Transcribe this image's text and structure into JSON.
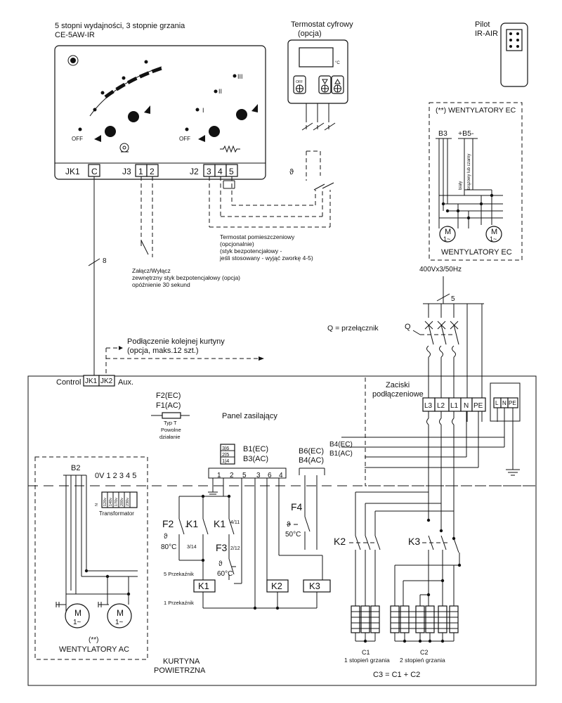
{
  "controller": {
    "title": "5 stopni wydajności, 3 stopnie grzania",
    "model": "CE-5AW-IR",
    "fan_off": "OFF",
    "heat_off": "OFF",
    "heat_levels": [
      "I",
      "II",
      "III"
    ],
    "term_jk1": "JK1",
    "term_c": "C",
    "term_j3": "J3",
    "term_1": "1",
    "term_2": "2",
    "term_j2": "J2",
    "term_3": "3",
    "term_4": "4",
    "term_5": "5"
  },
  "thermostat": {
    "title": "Termostat cyfrowy",
    "subtitle": "(opcja)",
    "unit": "°C",
    "off_label": "OFF"
  },
  "remote": {
    "title": "Pilot",
    "model": "IR-AIR"
  },
  "ec_fans": {
    "header": "(**) WENTYLATORY EC",
    "b3": "B3",
    "b5": "+B5-",
    "wire1": "biały",
    "wire2": "brązowy lub czarny",
    "motor": "M",
    "motor_phase": "1~",
    "footer": "WENTYLATORY EC"
  },
  "room_thermostat": {
    "line1": "Termostat pomieszczeniowy",
    "line2": "(opcjonalnie)",
    "line3": "(styk bezpotencjałowy -",
    "line4": "jeśli stosowany - wyjąć zworkę 4-5)"
  },
  "wire_count_8": "8",
  "external": {
    "line1": "Załącz/Wyłącz",
    "line2": "zewnętrzny styk bezpotencjałowy (opcja)",
    "line3": "opóźnienie 30 sekund"
  },
  "supply": {
    "voltage": "400Vx3/50Hz",
    "wires": "5",
    "switch_legend": "Q = przełącznik",
    "switch": "Q"
  },
  "next_curtain": {
    "line1": "Podłączenie kolejnej kurtyny",
    "line2": "(opcja, maks.12 szt.)"
  },
  "control": {
    "label": "Control",
    "jk1": "JK1",
    "jk2": "JK2",
    "aux": "Aux."
  },
  "terminals": {
    "title_line1": "Zaciski",
    "title_line2": "podłączeniowe",
    "labels": [
      "L3",
      "L2",
      "L1",
      "N",
      "PE"
    ],
    "aux_labels": [
      "L",
      "N",
      "PE"
    ]
  },
  "fuse": {
    "ec": "F2(EC)",
    "ac": "F1(AC)",
    "type": "Typ T",
    "slow1": "Powolne",
    "slow2": "działanie"
  },
  "panel": {
    "title": "Panel zasilający"
  },
  "board": {
    "codes": [
      "3|6",
      "2|5",
      "1|4"
    ],
    "b1": "B1(EC)",
    "b3": "B3(AC)",
    "pins": [
      "1",
      "2",
      "5",
      "3",
      "6",
      "4"
    ],
    "b6": "B6(EC)",
    "b4": "B4(AC)"
  },
  "b4b1": {
    "line1": "B4(EC)",
    "line2": "B1(AC)"
  },
  "ac_fans": {
    "b2": "B2",
    "transformer_pins": "0V 1 2 3 4 5",
    "transformer_taps": [
      "N",
      "120v",
      "140v",
      "170v",
      "200v",
      "230v"
    ],
    "transformer": "Transformator",
    "motor": "M",
    "motor_phase": "1~",
    "note": "(**)",
    "footer": "WENTYLATORY AC"
  },
  "relays": {
    "f2": "F2",
    "k1": "K1",
    "k1b": "K1",
    "k1_contacts": "4/11",
    "theta_80": "ϑ",
    "temp_80": "80°C",
    "k1_314": "3/14",
    "f3": "F3",
    "f3_contacts": "2/12",
    "theta_60": "ϑ",
    "temp_60": "60°C",
    "przek5": "5 Przekaźnik",
    "przek1": "1 Przekaźnik",
    "coil_k1": "K1",
    "coil_k2": "K2",
    "coil_k3": "K3",
    "f4": "F4",
    "theta_50": "ϑ",
    "temp_50": "50°C"
  },
  "heaters": {
    "k2": "K2",
    "k3": "K3",
    "c1": "C1",
    "c1_desc": "1 stopień grzania",
    "c2": "C2",
    "c2_desc": "2 stopień grzania",
    "c3": "C3 = C1 + C2"
  },
  "curtain": {
    "line1": "KURTYNA",
    "line2": "POWIETRZNA"
  }
}
